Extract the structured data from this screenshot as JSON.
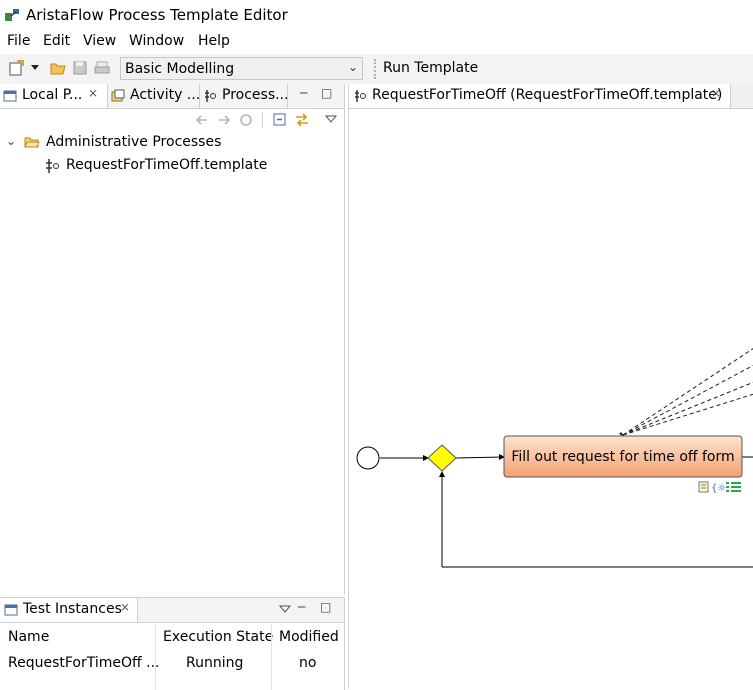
{
  "window": {
    "title": "AristaFlow Process Template Editor"
  },
  "menu": [
    "File",
    "Edit",
    "View",
    "Window",
    "Help"
  ],
  "toolbar": {
    "perspective_value": "Basic Modelling",
    "run_label": "Run Template"
  },
  "left_view": {
    "tabs": [
      {
        "label": "Local P...",
        "icon": "folder-view-icon"
      },
      {
        "label": "Activity ...",
        "icon": "activity-icon"
      },
      {
        "label": "Process...",
        "icon": "process-icon"
      }
    ],
    "tree": {
      "folder": "Administrative Processes",
      "file": "RequestForTimeOff.template"
    }
  },
  "editor": {
    "tab_label": "RequestForTimeOff (RequestForTimeOff.template)",
    "activity_label": "Fill out request for time off form",
    "colors": {
      "activity_fill_top": "#fde3d0",
      "activity_fill_bottom": "#f5a071",
      "gateway": "#ffff00"
    }
  },
  "test_instances": {
    "tab_label": "Test Instances",
    "columns": [
      "Name",
      "Execution State",
      "Modified"
    ],
    "rows": [
      {
        "name": "RequestForTimeOff ...",
        "state": "Running",
        "modified": "no"
      }
    ]
  }
}
